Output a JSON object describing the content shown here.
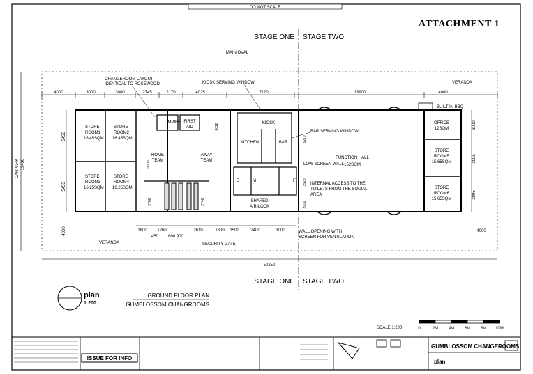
{
  "header": {
    "attachment": "ATTACHMENT 1",
    "top_strip": "DO NOT SCALE"
  },
  "stages": {
    "one": "STAGE ONE",
    "two": "STAGE TWO"
  },
  "site": {
    "main_oval": "MAIN OVAL",
    "carpark": "CARPARK",
    "veranda": "VERANDA"
  },
  "callouts": {
    "changeroom_layout_1": "CHANGEROOM LAYOUT",
    "changeroom_layout_2": "IDENTICAL TO ROSEWOOD",
    "kiosk_window": "KIOSK SERVING WINDOW",
    "bar_window": "BAR SERVING WINDOW",
    "built_in_bbq": "BUILT IN BBQ",
    "low_screen_wall": "LOW SCREEN WALL",
    "internal_access_1": "INTERNAL ACCESS TO THE",
    "internal_access_2": "TOILETS FROM THE SOCIAL",
    "internal_access_3": "AREA",
    "wall_opening_1": "WALL OPENING WITH",
    "wall_opening_2": "SCREEN FOR VENTILATION",
    "security_gate": "SECURITY GATE"
  },
  "rooms": {
    "store1": [
      "STORE",
      "ROOM1",
      "16.45SQM"
    ],
    "store2": [
      "STORE",
      "ROOM2",
      "16.45SQM"
    ],
    "store3": [
      "STORE",
      "ROOM3",
      "16.25SQM"
    ],
    "store4": [
      "STORE",
      "ROOM4",
      "16.25SQM"
    ],
    "umpire": "UMPIRE",
    "first_aid": [
      "FIRST",
      "AID"
    ],
    "home_team": [
      "HOME",
      "TEAM"
    ],
    "away_team": [
      "AWAY",
      "TEAM"
    ],
    "kiosk": "KIOSK",
    "kitchen": "KITCHEN",
    "bar": "BAR",
    "function_hall": [
      "FUNCTION HALL",
      "152SQM"
    ],
    "office": [
      "OFFICE",
      "12SQM"
    ],
    "store5": [
      "STORE",
      "ROOM5",
      "15.65SQM"
    ],
    "store6": [
      "STORE",
      "ROOM6",
      "15.65SQM"
    ],
    "airlock": [
      "SHARED",
      "AIR-LOCK"
    ],
    "wc_d": "D",
    "wc_m": "M",
    "wc_f": "F"
  },
  "dimensions": {
    "top": [
      "4000",
      "3000",
      "3000",
      "2745",
      "2170",
      "4025",
      "7120",
      "13900",
      "4000"
    ],
    "bottom_row1": [
      "1800",
      "1260",
      "2610",
      "1800",
      "1500",
      "2400",
      "3000"
    ],
    "bottom_row2": [
      "450",
      "600 900"
    ],
    "right_side": [
      "4000"
    ],
    "overall_width": "50250",
    "overall_height": "19430",
    "left_upper": "5455",
    "left_lower": "5455",
    "left_bottom": "4000",
    "right_top": "3000",
    "right_mid": "3995",
    "right_low": "3995",
    "inner_1": "5600",
    "inner_2": "3010",
    "inner_3": "2780",
    "inner_4": "2740",
    "inner_5": "6270",
    "inner_6": "3520",
    "inner_7": "2000"
  },
  "plan_label": {
    "word": "plan",
    "scale": "1:200",
    "title": "GROUND FLOOR PLAN",
    "subtitle": "GUMBLOSSOM CHANGROOMS"
  },
  "scale_bar": {
    "label": "SCALE 1:200",
    "ticks": [
      "0",
      "2M",
      "4M",
      "6M",
      "8M",
      "10M"
    ]
  },
  "title_block": {
    "status": "ISSUE FOR INFO",
    "project": "GUMBLOSSOM CHANGEROOMS",
    "sheet": "plan"
  }
}
